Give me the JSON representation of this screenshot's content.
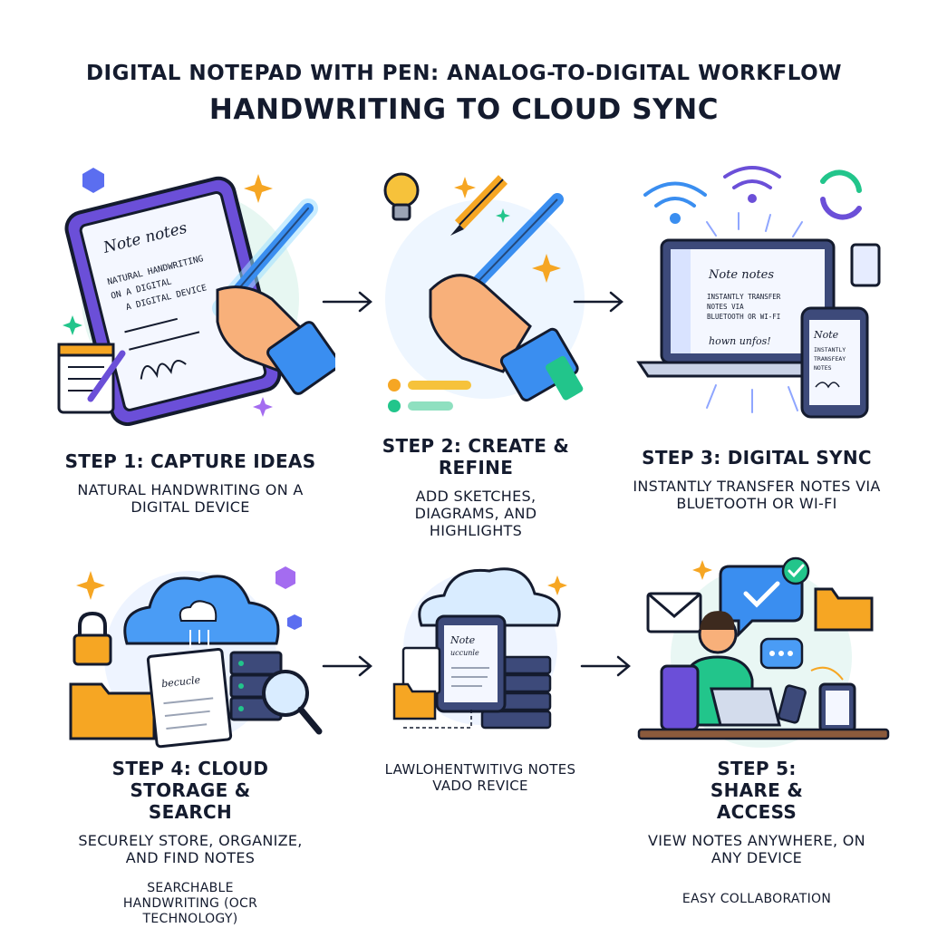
{
  "title": "DIGITAL NOTEPAD WITH PEN: ANALOG-TO-DIGITAL WORKFLOW",
  "subtitle": "HANDWRITING TO CLOUD SYNC",
  "steps": [
    {
      "heading": "STEP 1: CAPTURE IDEAS",
      "description": "NATURAL HANDWRITING ON A DIGITAL DEVICE",
      "illustration": {
        "note_title": "Note notes",
        "note_line1": "NATURAL HANDWRITING",
        "note_line2": "ON A DIGITAL",
        "note_line3": "A DIGITAL DEVICE"
      }
    },
    {
      "heading": "STEP 2: CREATE & REFINE",
      "description": "ADD SKETCHES, DIAGRAMS, AND HIGHLIGHTS"
    },
    {
      "heading": "STEP 3: DIGITAL SYNC",
      "description": "INSTANTLY TRANSFER NOTES VIA BLUETOOTH OR WI-FI",
      "illustration": {
        "laptop_title": "Note notes",
        "laptop_line1": "INSTANTLY TRANSFER",
        "laptop_line2": "NOTES VIA",
        "laptop_line3": "BLUETOOTH OR WI-FI",
        "laptop_script": "hown unfos!",
        "phone_title": "Note",
        "phone_line1": "INSTANTLY",
        "phone_line2": "TRANSFEAY",
        "phone_line3": "NOTES"
      }
    },
    {
      "heading": "STEP 4: CLOUD STORAGE & SEARCH",
      "description": "SECURELY STORE, ORGANIZE, AND FIND NOTES",
      "note": "SEARCHABLE HANDWRITING (OCR TECHNOLOGY)",
      "illustration": {
        "doc_text": "becucle"
      }
    },
    {
      "heading": "",
      "description": "LAWLOHENTWITIVG NOTES VADO REVICE",
      "illustration": {
        "tablet_title": "Note",
        "tablet_sub": "uccunle"
      }
    },
    {
      "heading": "STEP 5: SHARE & ACCESS",
      "description": "VIEW NOTES ANYWHERE, ON ANY DEVICE",
      "note": "EASY COLLABORATION"
    }
  ],
  "colors": {
    "ink": "#141b2e",
    "blue": "#3a8ef0",
    "purple": "#6b4fd8",
    "orange": "#f6a623",
    "green": "#22c58b",
    "skin": "#f8b07a"
  },
  "icons": [
    "lightbulb-icon",
    "pencil-icon",
    "wifi-icon",
    "sync-icon",
    "cloud-icon",
    "lock-icon",
    "folder-icon",
    "magnifier-icon",
    "server-icon",
    "envelope-icon",
    "chat-icon",
    "check-icon",
    "sparkle-icon",
    "notepad-icon",
    "smartphone-icon",
    "laptop-icon"
  ]
}
